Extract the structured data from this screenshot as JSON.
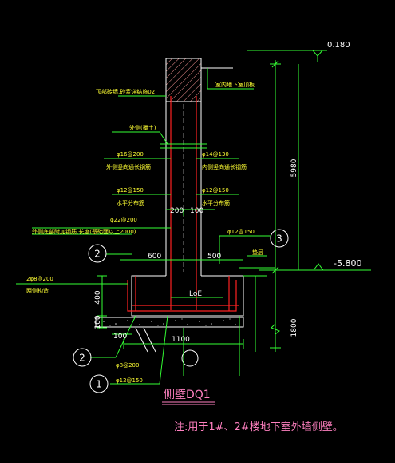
{
  "elevations": {
    "top": "0.180",
    "bottom": "-5.800"
  },
  "dimensions": {
    "height_upper": "5980",
    "height_lower": "1800",
    "wall_200": "200",
    "wall_100": "100",
    "footing_600": "600",
    "footing_500": "500",
    "footing_1100": "1100",
    "footing_400": "400",
    "base_100": "100",
    "offset_100": "100"
  },
  "callouts": {
    "brick": "顶部砖墙,砂浆详结施02",
    "indoor_floor": "室内地下室顶板",
    "backfill": "外侧(覆土)",
    "rebar_outer_v": "φ16@200",
    "outer_v_desc": "外侧竖向通长钢筋",
    "rebar_inner_v": "φ14@130",
    "inner_v_desc": "内侧竖向通长钢筋",
    "rebar_h_left": "φ12@150",
    "h_left_desc": "水平分布筋",
    "rebar_h_right": "φ12@150",
    "h_right_desc": "水平分布筋",
    "rebar_extra": "φ22@200",
    "extra_desc": "外侧底部附加钢筋,长度(基础面以上2000)",
    "rebar_3": "φ12@150",
    "cushion": "垫层",
    "rebar_footing": "2φ8@200",
    "footing_desc": "两侧构造",
    "rebar_2": "φ8@200",
    "rebar_1": "φ12@150",
    "loe": "LoE"
  },
  "bubbles": {
    "b1": "1",
    "b2": "2",
    "b2b": "2",
    "b3": "3"
  },
  "title": "侧壁DQ1",
  "note": "注:用于1#、2#楼地下室外墙侧壁。"
}
